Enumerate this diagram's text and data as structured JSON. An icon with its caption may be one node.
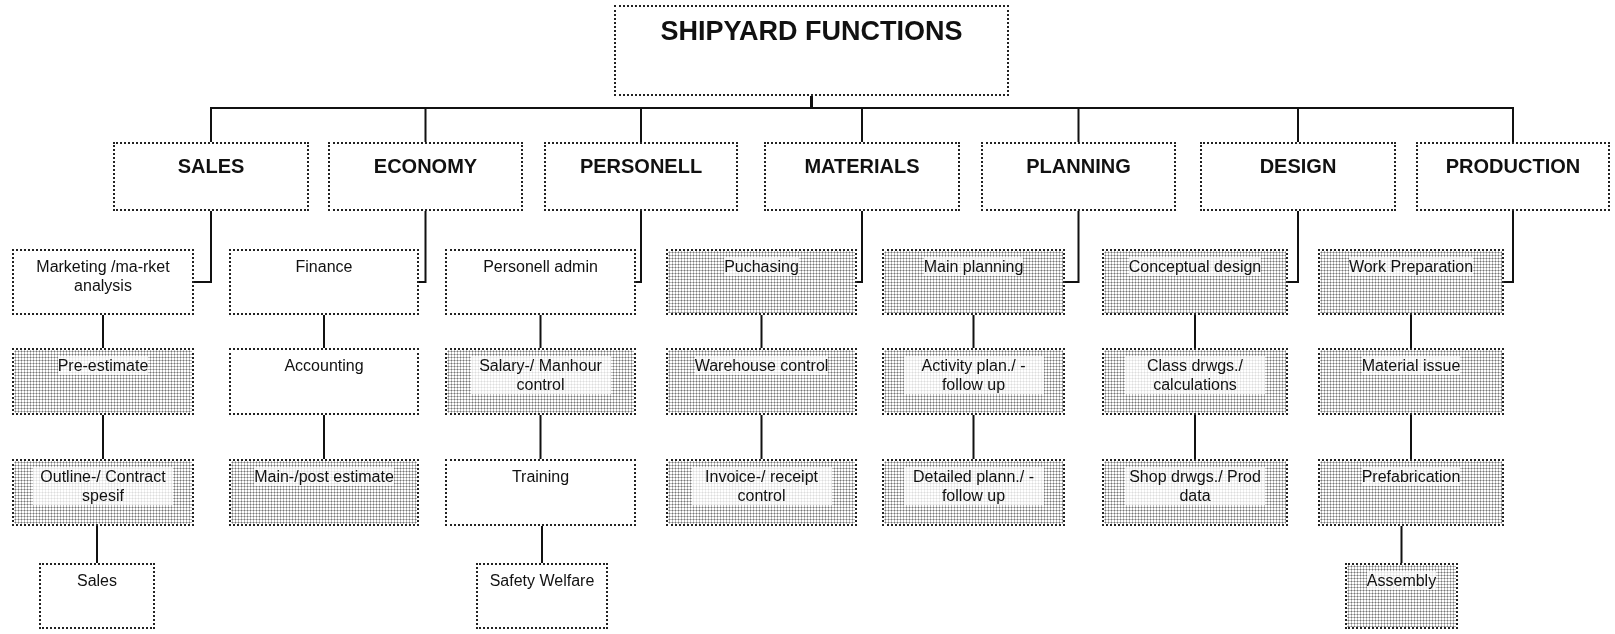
{
  "diagram": {
    "nodes": [
      {
        "text": [
          "SHIPYARD FUNCTIONS"
        ]
      },
      {
        "text": [
          "SALES"
        ]
      },
      {
        "text": [
          "ECONOMY"
        ]
      },
      {
        "text": [
          "PERSONELL"
        ]
      },
      {
        "text": [
          "MATERIALS"
        ]
      },
      {
        "text": [
          "PLANNING"
        ]
      },
      {
        "text": [
          "DESIGN"
        ]
      },
      {
        "text": [
          "PRODUCTION"
        ]
      },
      {
        "text": [
          "Marketing /ma-rket analysis"
        ]
      },
      {
        "text": [
          "Finance"
        ]
      },
      {
        "text": [
          "Personell admin"
        ]
      },
      {
        "text": [
          "Puchasing"
        ]
      },
      {
        "text": [
          "Main planning"
        ]
      },
      {
        "text": [
          "Conceptual design"
        ]
      },
      {
        "text": [
          "Work Preparation"
        ]
      },
      {
        "text": [
          "Pre-estimate"
        ]
      },
      {
        "text": [
          "Accounting"
        ]
      },
      {
        "text": [
          "Salary-/ Manhour control"
        ]
      },
      {
        "text": [
          "Warehouse control"
        ]
      },
      {
        "text": [
          "Activity plan./ -follow up"
        ]
      },
      {
        "text": [
          "Class drwgs./ calculations"
        ]
      },
      {
        "text": [
          "Material issue"
        ]
      },
      {
        "text": [
          "Outline-/ Contract spesif"
        ]
      },
      {
        "text": [
          "Main-/post estimate"
        ]
      },
      {
        "text": [
          "Training"
        ]
      },
      {
        "text": [
          "Invoice-/ receipt control"
        ]
      },
      {
        "text": [
          "Detailed plann./ -follow up"
        ]
      },
      {
        "text": [
          "Shop drwgs./ Prod data"
        ]
      },
      {
        "text": [
          "Prefabrication"
        ]
      },
      {
        "text": [
          "Sales"
        ]
      },
      {
        "text": [
          "Safety Welfare"
        ]
      },
      {
        "text": [
          "Assembly"
        ]
      }
    ],
    "edges": [
      {
        "from": 0,
        "to": 1,
        "arrow": "none"
      },
      {
        "from": 0,
        "to": 2,
        "arrow": "none"
      },
      {
        "from": 0,
        "to": 3,
        "arrow": "none"
      },
      {
        "from": 0,
        "to": 4,
        "arrow": "none"
      },
      {
        "from": 0,
        "to": 5,
        "arrow": "none"
      },
      {
        "from": 0,
        "to": 6,
        "arrow": "none"
      },
      {
        "from": 0,
        "to": 7,
        "arrow": "none"
      },
      {
        "from": 1,
        "to": 8,
        "arrow": "none"
      },
      {
        "from": 2,
        "to": 9,
        "arrow": "none"
      },
      {
        "from": 3,
        "to": 10,
        "arrow": "none"
      },
      {
        "from": 4,
        "to": 11,
        "arrow": "none"
      },
      {
        "from": 5,
        "to": 12,
        "arrow": "none"
      },
      {
        "from": 6,
        "to": 13,
        "arrow": "none"
      },
      {
        "from": 7,
        "to": 14,
        "arrow": "none"
      },
      {
        "from": 8,
        "to": 15,
        "arrow": "none"
      },
      {
        "from": 9,
        "to": 16,
        "arrow": "none"
      },
      {
        "from": 10,
        "to": 17,
        "arrow": "none"
      },
      {
        "from": 11,
        "to": 18,
        "arrow": "none"
      },
      {
        "from": 12,
        "to": 19,
        "arrow": "none"
      },
      {
        "from": 13,
        "to": 20,
        "arrow": "none"
      },
      {
        "from": 14,
        "to": 21,
        "arrow": "none"
      },
      {
        "from": 15,
        "to": 22,
        "arrow": "none"
      },
      {
        "from": 16,
        "to": 23,
        "arrow": "none"
      },
      {
        "from": 17,
        "to": 24,
        "arrow": "none"
      },
      {
        "from": 18,
        "to": 25,
        "arrow": "none"
      },
      {
        "from": 19,
        "to": 26,
        "arrow": "none"
      },
      {
        "from": 20,
        "to": 27,
        "arrow": "none"
      },
      {
        "from": 21,
        "to": 28,
        "arrow": "none"
      },
      {
        "from": 22,
        "to": 29,
        "arrow": "none"
      },
      {
        "from": 24,
        "to": 30,
        "arrow": "none"
      },
      {
        "from": 28,
        "to": 31,
        "arrow": "none"
      }
    ]
  }
}
